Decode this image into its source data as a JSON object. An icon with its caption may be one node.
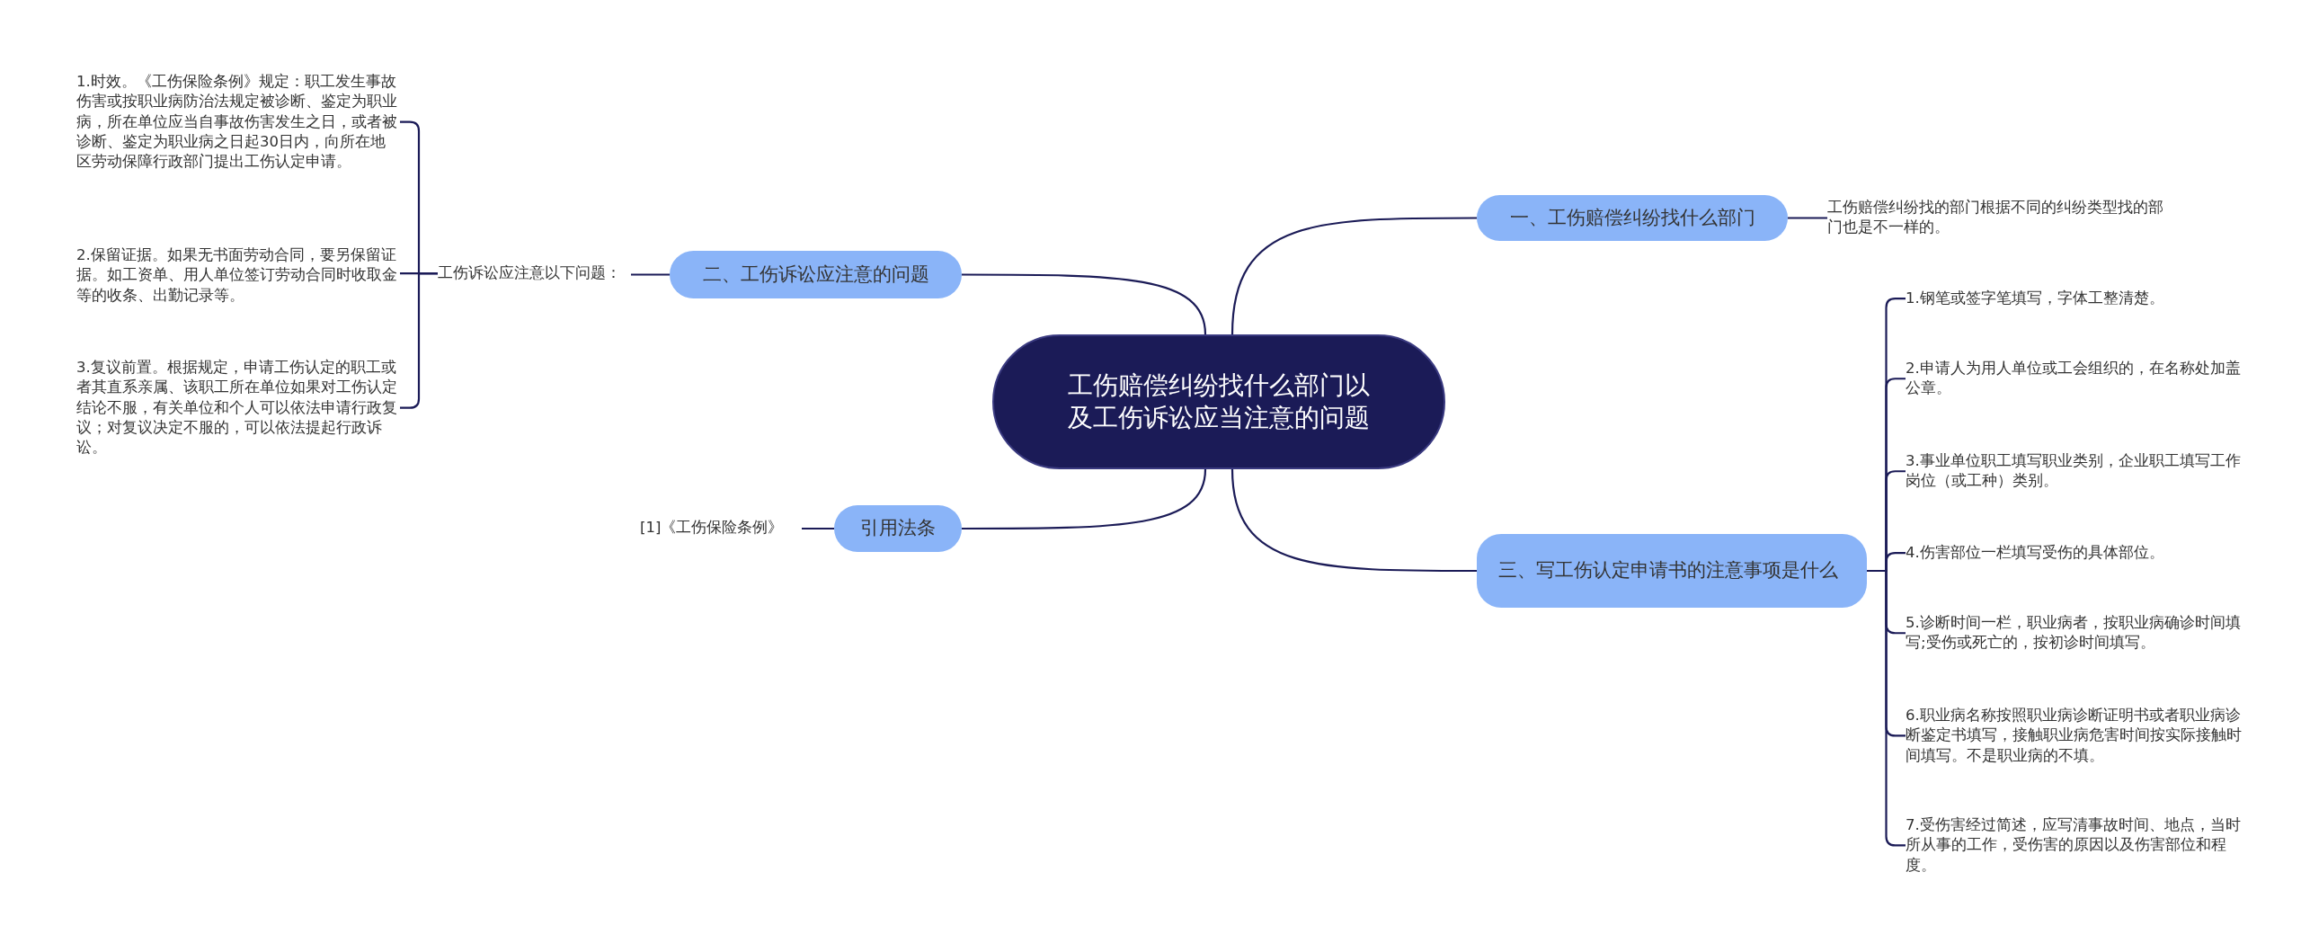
{
  "diagram": {
    "nodes": [
      {
        "text": [
          "工伤赔偿纠纷找什么部门以及工伤诉讼应当注意的问题"
        ]
      },
      {
        "text": [
          "一、工伤赔偿纠纷找什么部门"
        ]
      },
      {
        "text": [
          "工伤赔偿纠纷找的部门根据不同的纠纷类型找的部门也是不一样的。"
        ]
      },
      {
        "text": [
          "二、工伤诉讼应注意的问题"
        ]
      },
      {
        "text": [
          "工伤诉讼应注意以下问题："
        ]
      },
      {
        "text": [
          "1.时效。《工伤保险条例》规定：职工发生事故伤害或按职业病防治法规定被诊断、鉴定为职业病，所在单位应当自事故伤害发生之日，或者被诊断、鉴定为职业病之日起30日内，向所在地区劳动保障行政部门提出工伤认定申请。"
        ]
      },
      {
        "text": [
          "2.保留证据。如果无书面劳动合同，要另保留证据。如工资单、用人单位签订劳动合同时收取金等的收条、出勤记录等。"
        ]
      },
      {
        "text": [
          "3.复议前置。根据规定，申请工伤认定的职工或者其直系亲属、该职工所在单位如果对工伤认定结论不服，有关单位和个人可以依法申请行政复议；对复议决定不服的，可以依法提起行政诉讼。"
        ]
      },
      {
        "text": [
          "三、写工伤认定申请书的注意事项是什么"
        ]
      },
      {
        "text": [
          "1.钢笔或签字笔填写，字体工整清楚。"
        ]
      },
      {
        "text": [
          "2.申请人为用人单位或工会组织的，在名称处加盖公章。"
        ]
      },
      {
        "text": [
          "3.事业单位职工填写职业类别，企业职工填写工作岗位（或工种）类别。"
        ]
      },
      {
        "text": [
          "4.伤害部位一栏填写受伤的具体部位。"
        ]
      },
      {
        "text": [
          "5.诊断时间一栏，职业病者，按职业病确诊时间填写;受伤或死亡的，按初诊时间填写。"
        ]
      },
      {
        "text": [
          "6.职业病名称按照职业病诊断证明书或者职业病诊断鉴定书填写，接触职业病危害时间按实际接触时间填写。不是职业病的不填。"
        ]
      },
      {
        "text": [
          "7.受伤害经过简述，应写清事故时间、地点，当时所从事的工作，受伤害的原因以及伤害部位和程度。"
        ]
      },
      {
        "text": [
          "引用法条"
        ]
      },
      {
        "text": [
          "[1]《工伤保险条例》"
        ]
      }
    ],
    "edges": [
      {
        "from": 0,
        "to": 1,
        "arrow": "none"
      },
      {
        "from": 1,
        "to": 2,
        "arrow": "none"
      },
      {
        "from": 0,
        "to": 3,
        "arrow": "none"
      },
      {
        "from": 3,
        "to": 4,
        "arrow": "none"
      },
      {
        "from": 4,
        "to": 5,
        "arrow": "none"
      },
      {
        "from": 4,
        "to": 6,
        "arrow": "none"
      },
      {
        "from": 4,
        "to": 7,
        "arrow": "none"
      },
      {
        "from": 0,
        "to": 8,
        "arrow": "none"
      },
      {
        "from": 8,
        "to": 9,
        "arrow": "none"
      },
      {
        "from": 8,
        "to": 10,
        "arrow": "none"
      },
      {
        "from": 8,
        "to": 11,
        "arrow": "none"
      },
      {
        "from": 8,
        "to": 12,
        "arrow": "none"
      },
      {
        "from": 8,
        "to": 13,
        "arrow": "none"
      },
      {
        "from": 8,
        "to": 14,
        "arrow": "none"
      },
      {
        "from": 8,
        "to": 15,
        "arrow": "none"
      },
      {
        "from": 0,
        "to": 16,
        "arrow": "none"
      },
      {
        "from": 16,
        "to": 17,
        "arrow": "none"
      }
    ]
  }
}
